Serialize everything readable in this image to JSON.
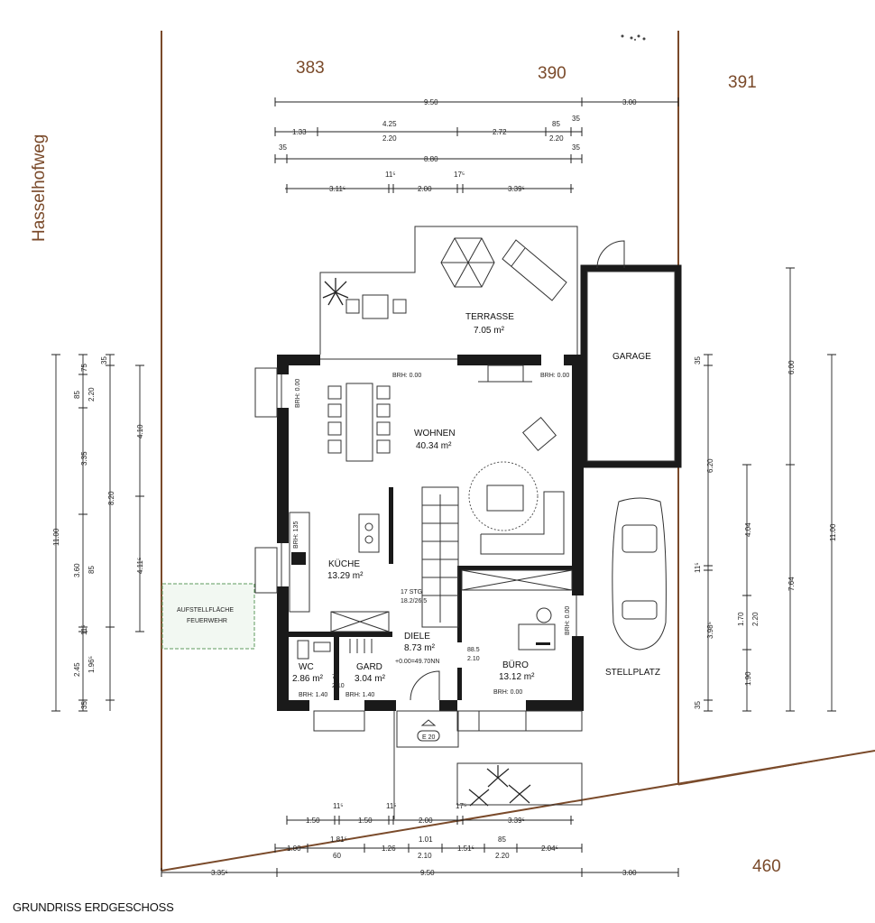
{
  "drawing_title": "GRUNDRISS ERDGESCHOSS",
  "street": "Hasselhofweg",
  "parcels": {
    "p383": "383",
    "p390": "390",
    "p391": "391",
    "p460": "460"
  },
  "rooms": {
    "terrasse": {
      "name": "TERRASSE",
      "area": "7.05 m²"
    },
    "wohnen": {
      "name": "WOHNEN",
      "area": "40.34 m²"
    },
    "kueche": {
      "name": "KÜCHE",
      "area": "13.29 m²"
    },
    "wc": {
      "name": "WC",
      "area": "2.86 m²"
    },
    "gard": {
      "name": "GARD",
      "area": "3.04 m²"
    },
    "diele": {
      "name": "DIELE",
      "area": "8.73 m²",
      "level": "+0.00=49.70NN"
    },
    "buero": {
      "name": "BÜRO",
      "area": "13.12 m²"
    },
    "garage": {
      "name": "GARAGE"
    },
    "stellplatz": {
      "name": "STELLPLATZ"
    },
    "feuerwehr": {
      "line1": "AUFSTELLFLÄCHE",
      "line2": "FEUERWEHR"
    }
  },
  "labels": {
    "brh_wohnen_left": "BRH: 0.00",
    "brh_wohnen_right": "BRH: 0.00",
    "brh_wohnen_vert": "BRH: 0.00",
    "brh_kueche": "BRH: 135",
    "brh_wc": "BRH: 1.40",
    "brh_gard": "BRH: 1.40",
    "brh_buero": "BRH: 0.00",
    "brh_buero_vert": "BRH: 0.00",
    "stairs1": "17 STG",
    "stairs2": "18.2/26.5",
    "door_wc1": "76",
    "door_wc2": "2.10",
    "door_diele1": "88.5",
    "door_diele2": "2.10",
    "entrance": "E 20"
  },
  "dims_top": {
    "r1a": "9.50",
    "r1b": "3.00",
    "r2a": "1.33",
    "r2b": "4.25",
    "r2b2": "2.20",
    "r2c": "2.72",
    "r2d": "85",
    "r2d2": "2.20",
    "r2e": "35",
    "r3a": "35",
    "r3b": "8.80",
    "r3c": "35",
    "r4a": "3.11⁵",
    "r4b": "11⁵",
    "r4c": "2.00",
    "r4d": "17⁵",
    "r4e": "3.39⁵"
  },
  "dims_bottom": {
    "r1a": "1.50",
    "r1b": "11⁵",
    "r1c": "1.50",
    "r1d": "11⁵",
    "r1e": "2.00",
    "r1f": "17⁵",
    "r1g": "3.39⁵",
    "r2a": "1.00",
    "r2b": "1.81⁵",
    "r2b2": "60",
    "r2c": "1.26",
    "r2d": "1.01",
    "r2d2": "2.10",
    "r2e": "1.51⁵",
    "r2f": "85",
    "r2f2": "2.20",
    "r2g": "2.04⁵",
    "r3a": "3.35⁵",
    "r3b": "9.50",
    "r3c": "3.00"
  },
  "dims_left": {
    "a1": "11.00",
    "b1": "75",
    "b2": "85",
    "b2b": "2.20",
    "b3": "3.35",
    "b4": "3.60",
    "b4b": "85",
    "b5": "11⁵",
    "b6": "2.45",
    "b6b": "1.96⁵",
    "b7": "35",
    "c1": "35",
    "c2": "8.20",
    "d1": "4.10",
    "d2": "4.11⁵"
  },
  "dims_right": {
    "a1": "35",
    "a2": "6.20",
    "a3": "11⁵",
    "a4": "3.98⁵",
    "a5": "35",
    "b1": "4.04",
    "b2": "1.70",
    "b2b": "2.20",
    "b3": "1.90",
    "c1": "6.00",
    "c2": "7.64",
    "d1": "11.00"
  }
}
